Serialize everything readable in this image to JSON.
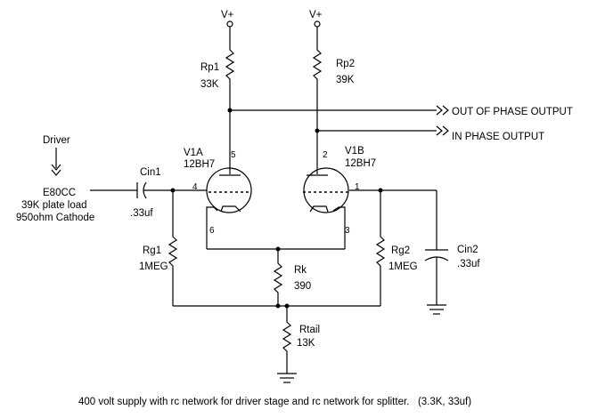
{
  "supply": {
    "left": "V+",
    "right": "V+"
  },
  "components": {
    "rp1": {
      "name": "Rp1",
      "value": "33K"
    },
    "rp2": {
      "name": "Rp2",
      "value": "39K"
    },
    "v1a": {
      "name": "V1A",
      "type": "12BH7",
      "pin_plate": "5",
      "pin_grid": "4",
      "pin_cathode": "6"
    },
    "v1b": {
      "name": "V1B",
      "type": "12BH7",
      "pin_plate": "2",
      "pin_grid": "1",
      "pin_cathode": "3"
    },
    "cin1": {
      "name": "Cin1",
      "value": ".33uf"
    },
    "cin2": {
      "name": "Cin2",
      "value": ".33uf"
    },
    "rg1": {
      "name": "Rg1",
      "value": "1MEG"
    },
    "rg2": {
      "name": "Rg2",
      "value": "1MEG"
    },
    "rk": {
      "name": "Rk",
      "value": "390"
    },
    "rtail": {
      "name": "Rtail",
      "value": "13K"
    }
  },
  "outputs": {
    "out_of_phase": "OUT OF PHASE OUTPUT",
    "in_phase": "IN PHASE OUTPUT"
  },
  "driver": {
    "label": "Driver",
    "tube": "E80CC",
    "plate_load": "39K plate load",
    "cathode": "950ohm Cathode"
  },
  "caption": "400 volt supply with rc network for driver stage and rc network for splitter.   (3.3K, 33uf)"
}
